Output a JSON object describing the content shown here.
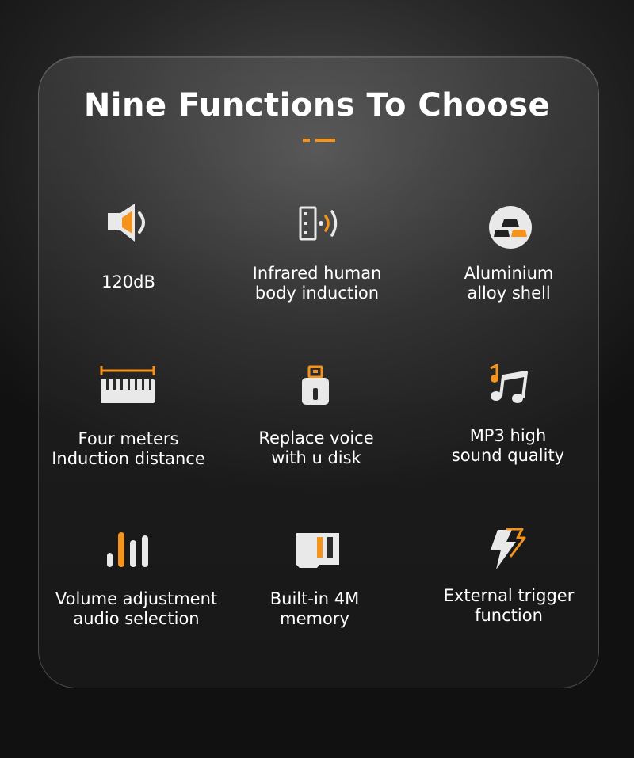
{
  "title": "Nine Functions To Choose",
  "accent_color": "#f5941d",
  "features": [
    {
      "icon": "speaker-icon",
      "lines": [
        "120dB"
      ]
    },
    {
      "icon": "infrared-sensor-icon",
      "lines": [
        "Infrared human",
        "body induction"
      ]
    },
    {
      "icon": "metal-bars-icon",
      "lines": [
        "Aluminium",
        "alloy shell"
      ]
    },
    {
      "icon": "ruler-distance-icon",
      "lines": [
        "Four meters",
        "Induction distance"
      ]
    },
    {
      "icon": "usb-drive-icon",
      "lines": [
        "Replace voice",
        "with u disk"
      ]
    },
    {
      "icon": "music-notes-icon",
      "lines": [
        "MP3 high",
        "sound quality"
      ]
    },
    {
      "icon": "volume-bars-icon",
      "lines": [
        "Volume adjustment",
        "audio selection"
      ]
    },
    {
      "icon": "memory-card-icon",
      "lines": [
        "Built-in 4M",
        "memory"
      ]
    },
    {
      "icon": "lightning-trigger-icon",
      "lines": [
        "External trigger",
        "function"
      ]
    }
  ]
}
